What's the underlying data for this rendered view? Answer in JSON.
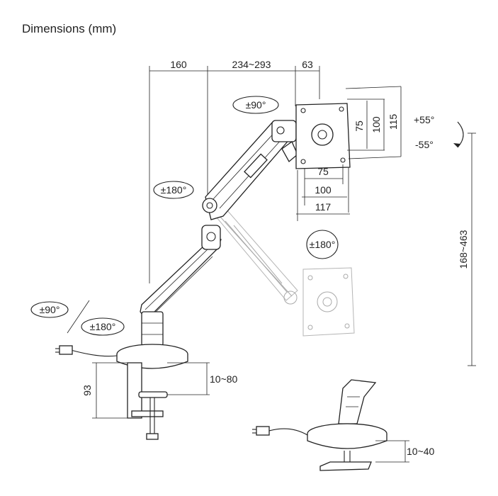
{
  "title": "Dimensions (mm)",
  "dimensions": {
    "reach_1": "160",
    "reach_2": "234~293",
    "reach_3": "63",
    "vesa_h1": "75",
    "vesa_h2": "100",
    "vesa_h3": "115",
    "vesa_w1": "75",
    "vesa_w2": "100",
    "vesa_w3": "117",
    "height_range": "168~463",
    "clamp_height": "93",
    "clamp_range": "10~80",
    "grommet_range": "10~40"
  },
  "rotations": {
    "head_rotate": "±90°",
    "tilt_up": "+55°",
    "tilt_down": "-55°",
    "arm_swivel": "±180°",
    "mid_swivel": "±180°",
    "base_rotate": "±90°",
    "base_swivel": "±180°"
  }
}
